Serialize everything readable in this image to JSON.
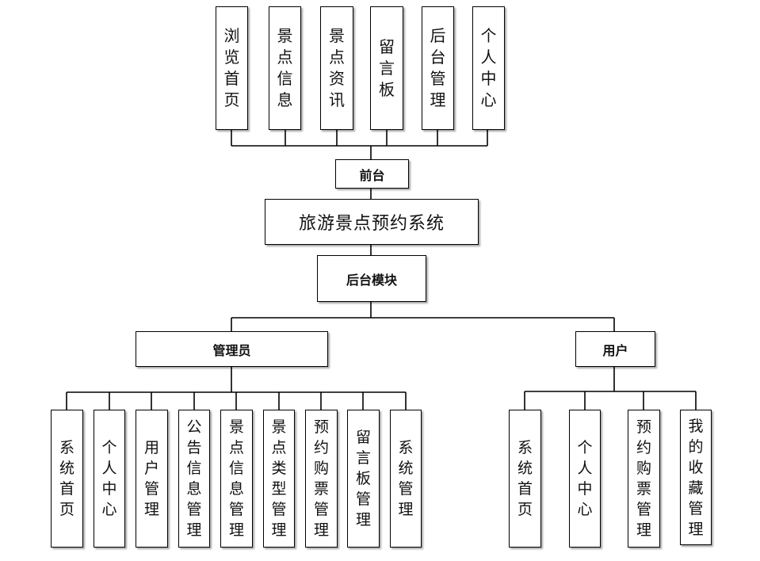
{
  "top_modules": [
    "浏览首页",
    "景点信息",
    "景点资讯",
    "留言板",
    "后台管理",
    "个人中心"
  ],
  "front": "前台",
  "system": "旅游景点预约系统",
  "backend": "后台模块",
  "admin": {
    "label": "管理员",
    "items": [
      "系统首页",
      "个人中心",
      "用户管理",
      "公告信息管理",
      "景点信息管理",
      "景点类型管理",
      "预约购票管理",
      "留言板管理",
      "系统管理"
    ]
  },
  "user": {
    "label": "用户",
    "items": [
      "系统首页",
      "个人中心",
      "预约购票管理",
      "我的收藏管理"
    ]
  }
}
